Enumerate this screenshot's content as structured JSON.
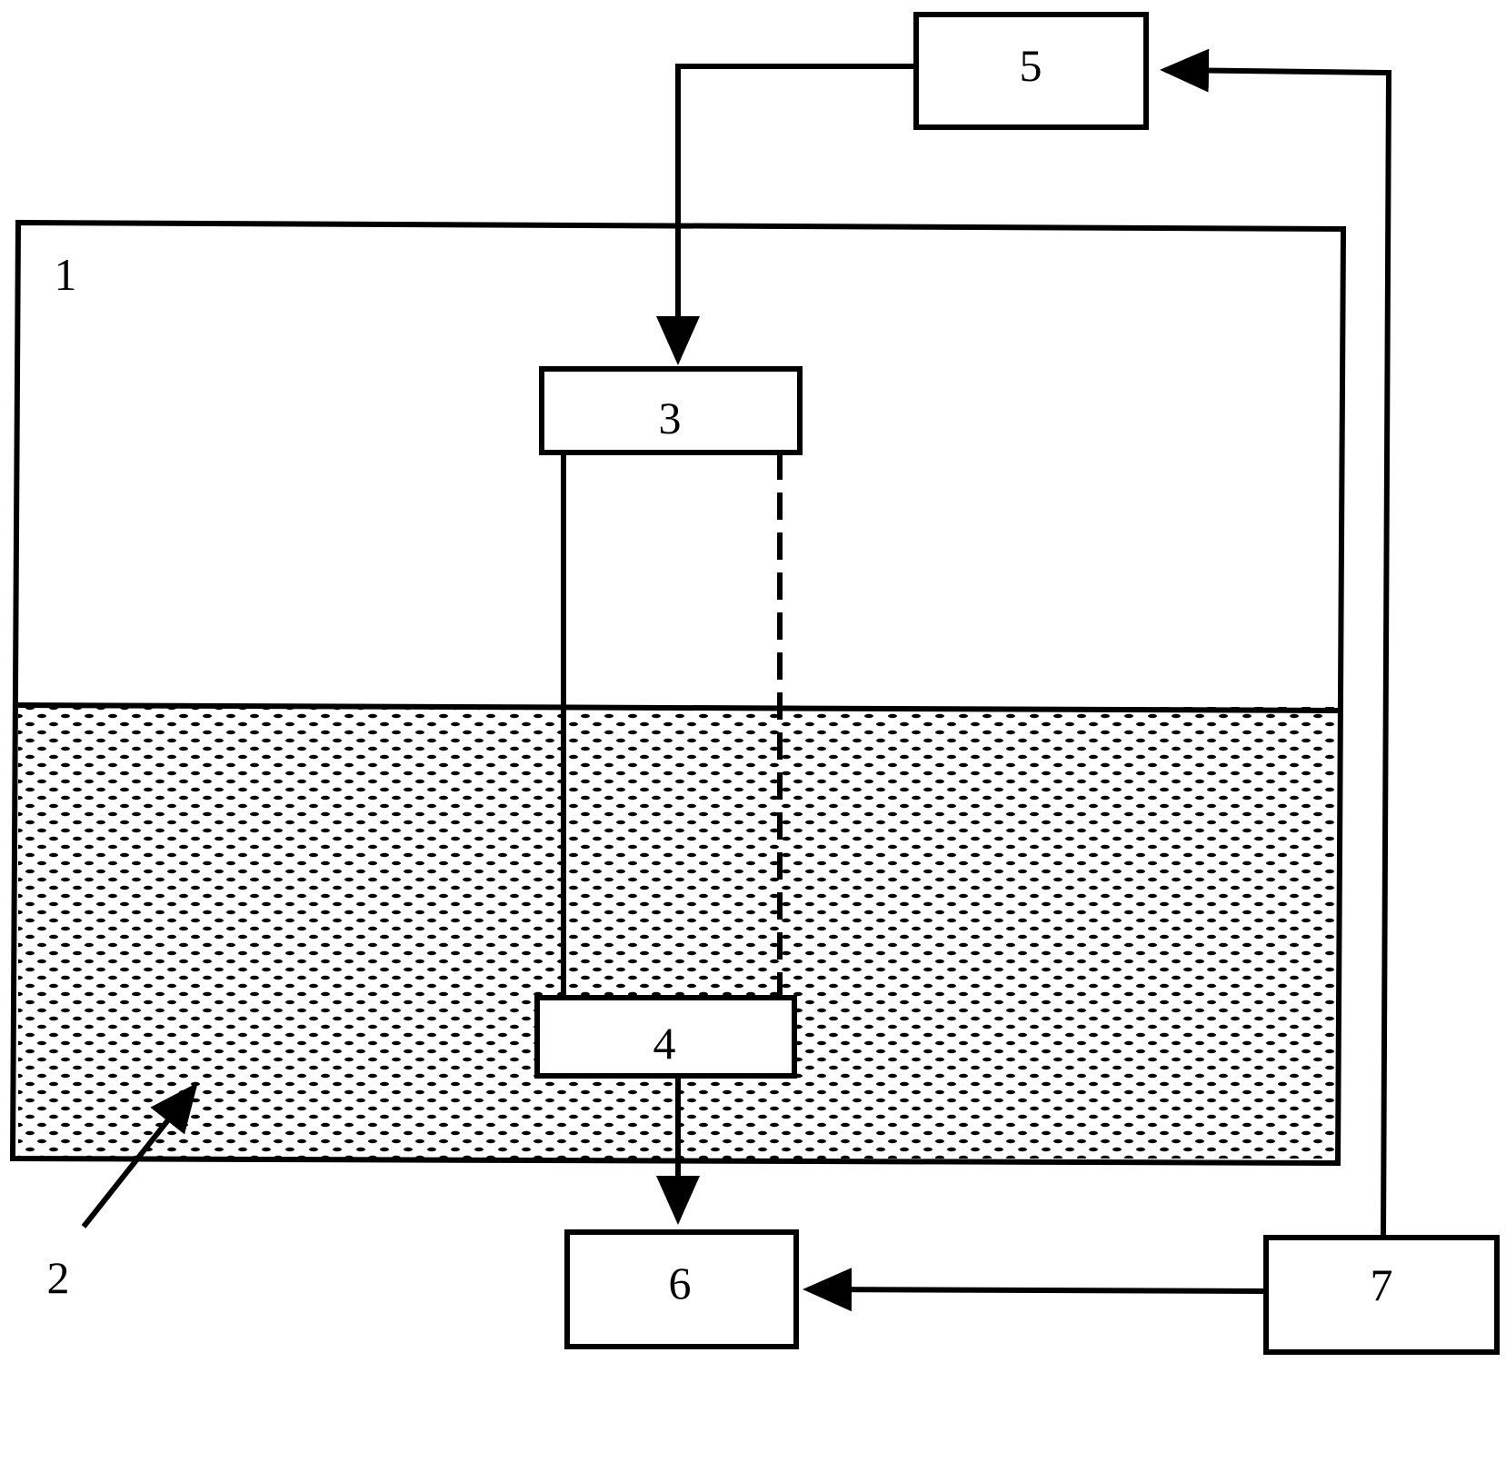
{
  "labels": {
    "tank": "1",
    "liquid": "2",
    "top_unit": "3",
    "bottom_unit": "4",
    "upper_box": "5",
    "lower_left_box": "6",
    "lower_right_box": "7"
  },
  "colors": {
    "stroke": "#000000",
    "background": "#ffffff",
    "liquid_dash": "#000000"
  }
}
